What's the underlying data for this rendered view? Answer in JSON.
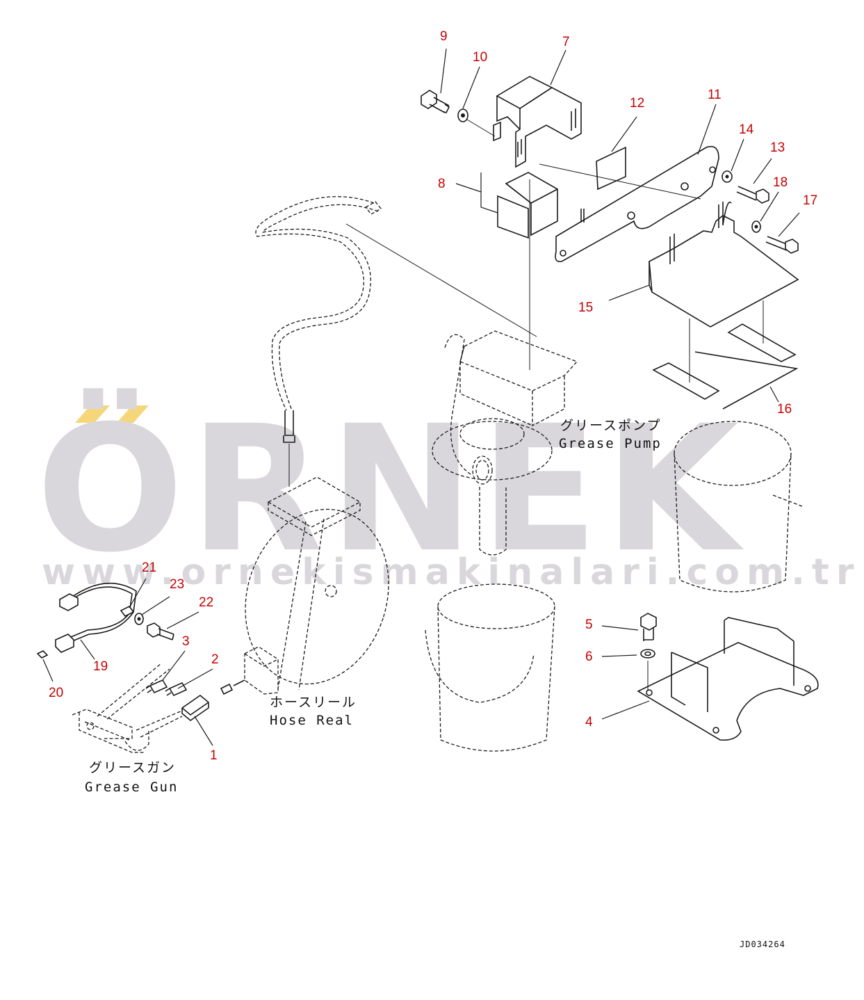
{
  "watermark": {
    "brand": "ÖRNEK",
    "url": "www.ornekismakinalari.com.tr",
    "accent_color": "#f5d77a",
    "text_color": "#d9d7dc"
  },
  "labels": {
    "grease_pump_jp": "グリースポンプ",
    "grease_pump_en": "Grease Pump",
    "hose_reel_jp": "ホースリール",
    "hose_reel_en": "Hose Real",
    "grease_gun_jp": "グリースガン",
    "grease_gun_en": "Grease Gun"
  },
  "drawing_code": "JD034264",
  "callouts": {
    "c1": "1",
    "c2": "2",
    "c3": "3",
    "c4": "4",
    "c5": "5",
    "c6": "6",
    "c7": "7",
    "c8": "8",
    "c9": "9",
    "c10": "10",
    "c11": "11",
    "c12": "12",
    "c13": "13",
    "c14": "14",
    "c15": "15",
    "c16": "16",
    "c17": "17",
    "c18": "18",
    "c19": "19",
    "c20": "20",
    "c21": "21",
    "c22": "22",
    "c23": "23"
  },
  "callout_color": "#c40000"
}
